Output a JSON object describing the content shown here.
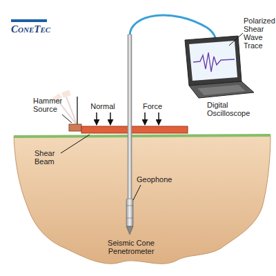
{
  "diagram": {
    "labels": [
      "ConeTec",
      "Hammer Source",
      "Normal",
      "Force",
      "Polarized Shear Wave Trace",
      "Digital Oscilloscope",
      "Shear Beam",
      "Geophone",
      "Seismic Cone Penetrometer"
    ]
  }
}
